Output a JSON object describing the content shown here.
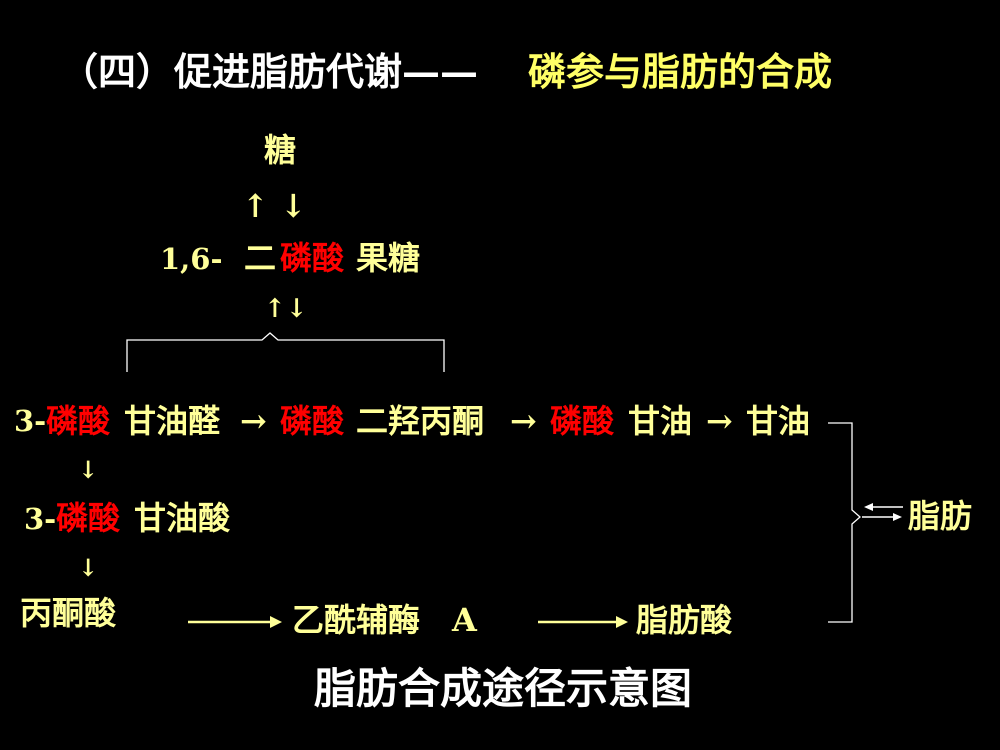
{
  "colors": {
    "background": "#000000",
    "text": "#ffff99",
    "white": "#ffffff",
    "highlight": "#ff0000",
    "title_accent": "#ffff66"
  },
  "title": {
    "prefix": "（四）促进脂肪代谢——",
    "accent": "磷参与脂肪的合成"
  },
  "top": {
    "sugar": "糖",
    "arrows": "↑ ↓",
    "fbp_prefix": "1,6-",
    "fbp_er": "二",
    "fbp_red": "磷酸",
    "fbp_suffix": "果糖",
    "arrows_small": "↑↓"
  },
  "row1": {
    "g3p_prefix": "3-",
    "g3p_red": "磷酸",
    "g3p_suffix": "甘油醛",
    "arrow1": "→",
    "dhap_red": "磷酸",
    "dhap_suffix": "二羟丙酮",
    "arrow2": "→",
    "gp_red": "磷酸",
    "gp_suffix": "甘油",
    "arrow3": "→",
    "glycerol": "甘油"
  },
  "column": {
    "down1": "↓",
    "pga_prefix": "3-",
    "pga_red": "磷酸",
    "pga_suffix": "甘油酸",
    "down2": "↓",
    "pyruvate": "丙酮酸"
  },
  "row3": {
    "acetyl_coa": "乙酰辅酶　A",
    "fatty_acid": "脂肪酸"
  },
  "right": {
    "fat": "脂肪"
  },
  "caption": "脂肪合成途径示意图"
}
